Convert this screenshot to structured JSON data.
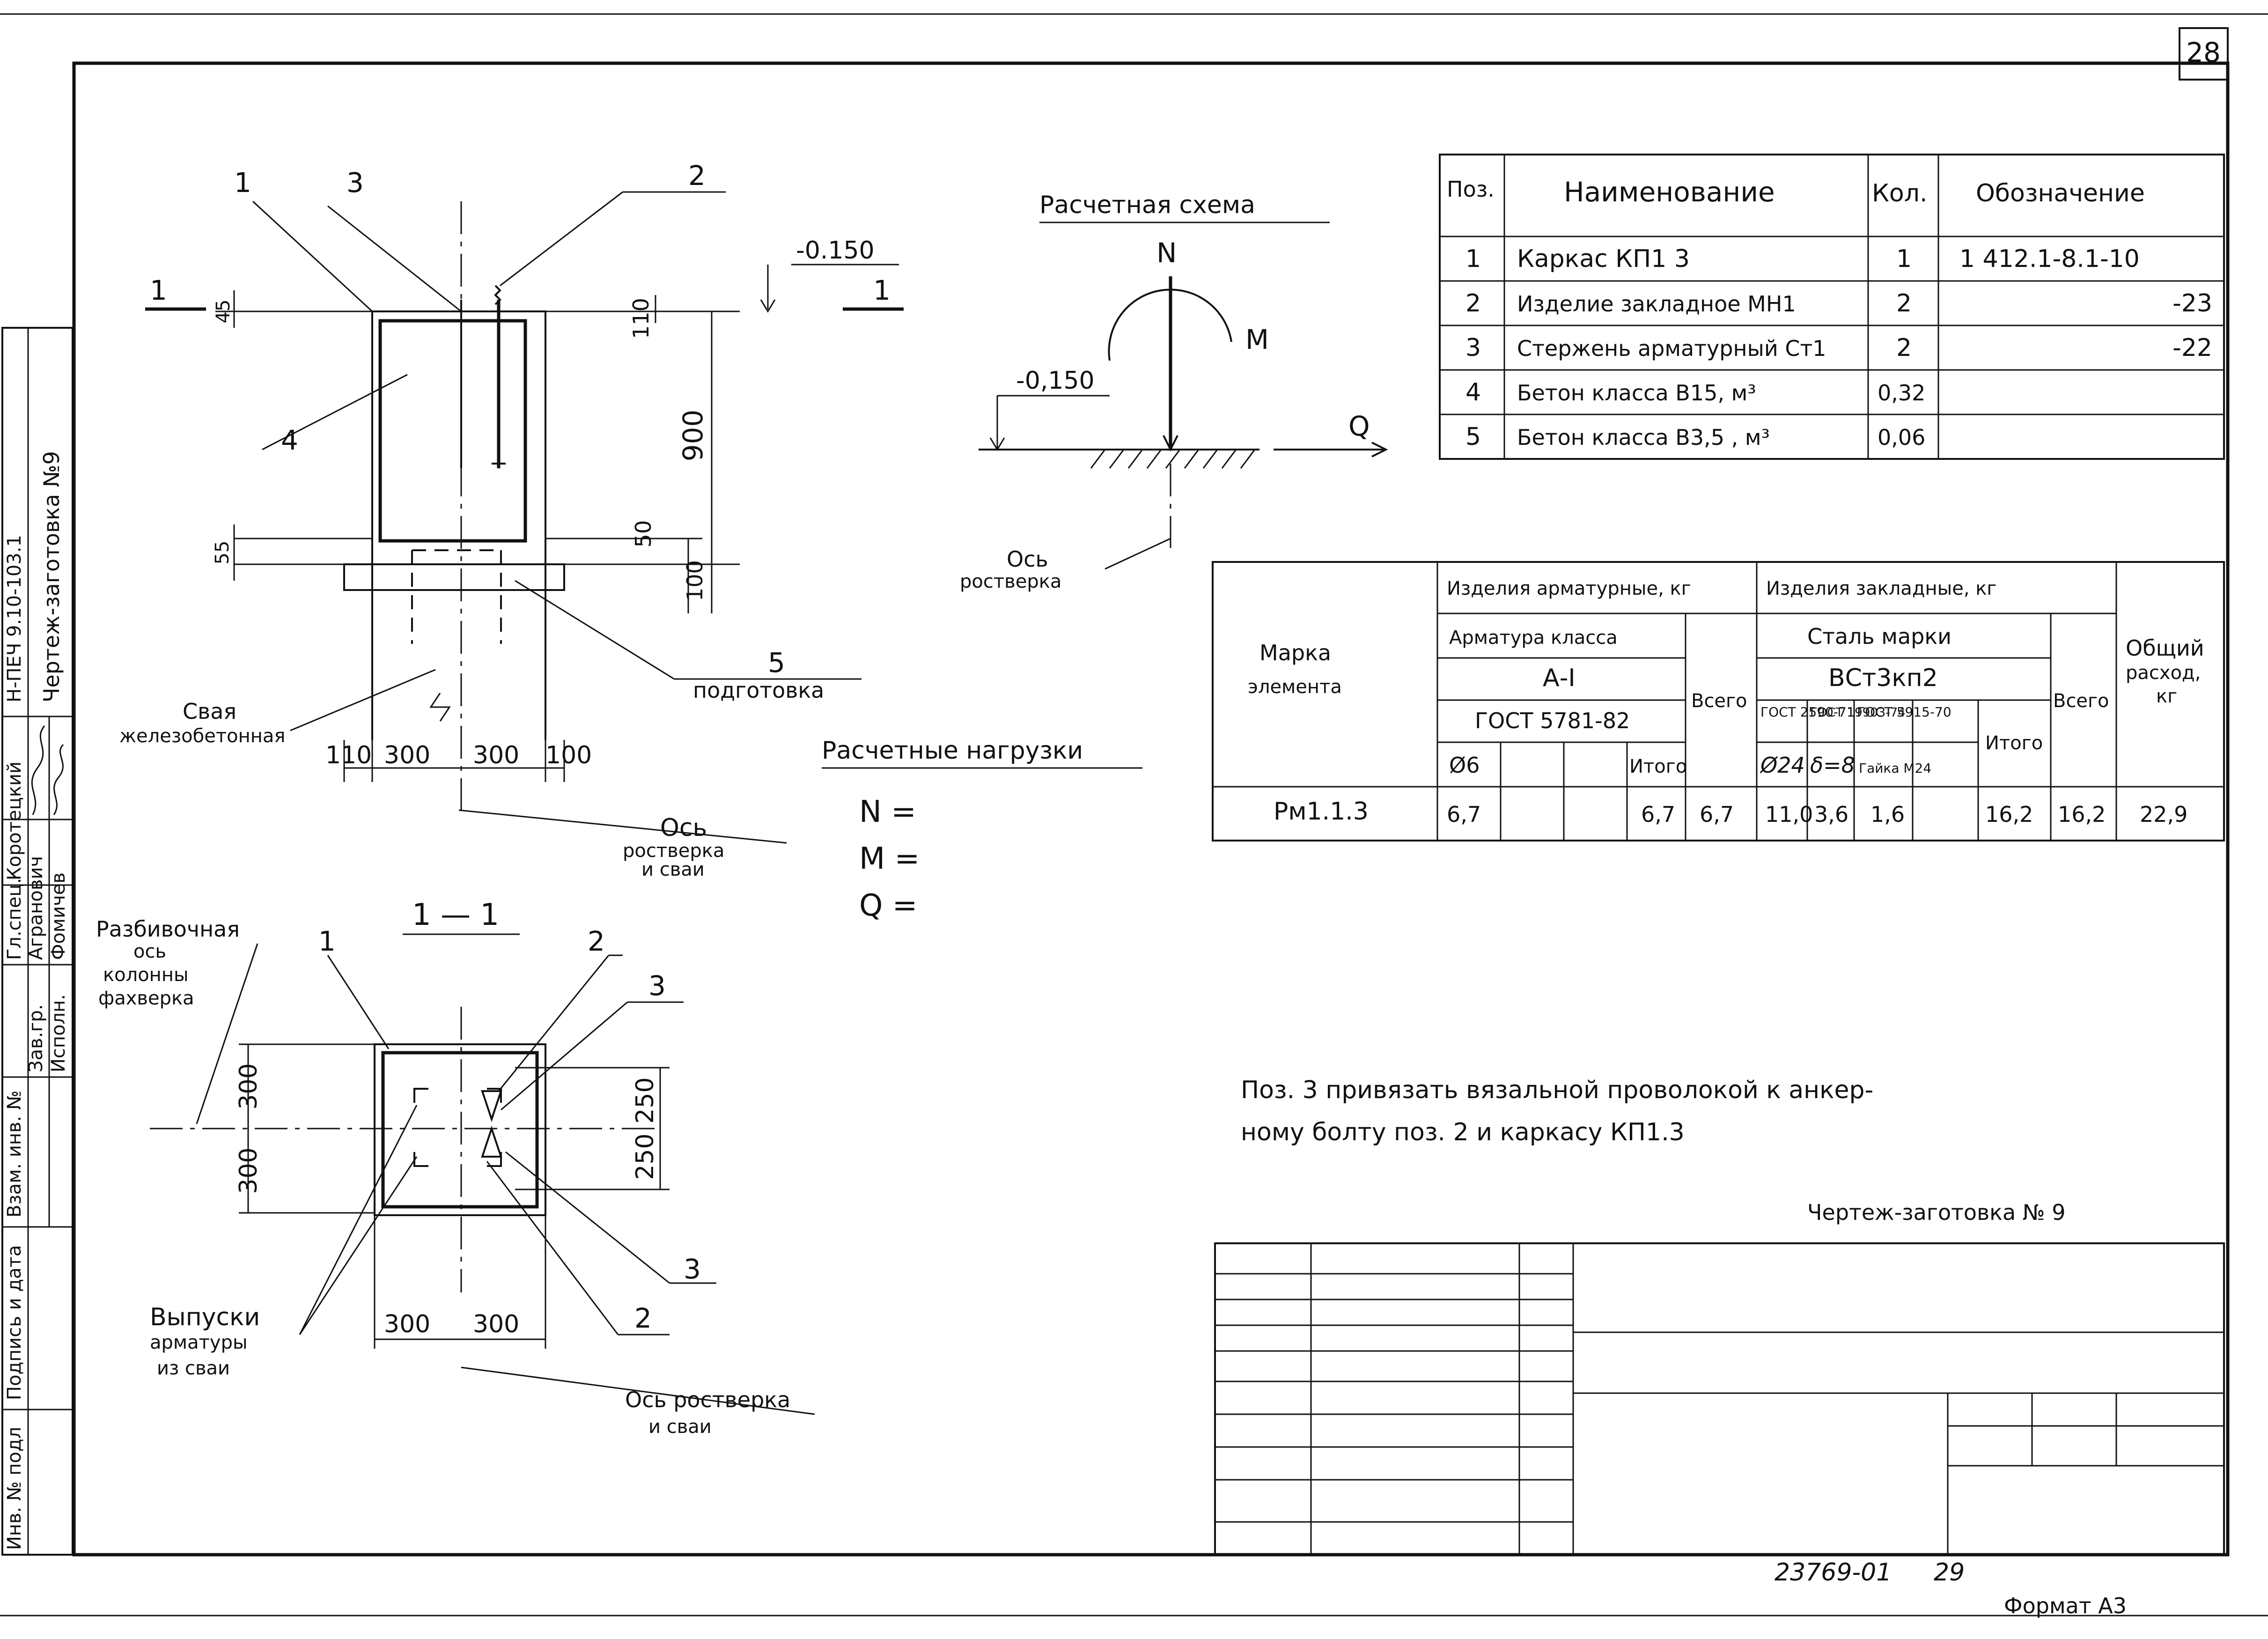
{
  "page_number": "28",
  "stamp": {
    "line1": "Н-ПЕЧ 9.10-103.1",
    "line2": "Чертеж-заготовка №9",
    "roles": [
      "Гл.спец.",
      "Зав.гр.",
      "Исполн."
    ],
    "names": [
      "Коротецкий",
      "Агранович",
      "Фомичев"
    ],
    "fields": [
      "Взам. инв. №",
      "Подпись и дата",
      "Инв. № подл"
    ]
  },
  "elevation": {
    "labels": [
      "1",
      "3",
      "2",
      "4",
      "5"
    ],
    "section_marks": [
      "1",
      "1"
    ],
    "level": "-0.150",
    "dims_v": [
      "45",
      "110",
      "900",
      "55",
      "50",
      "100"
    ],
    "dims_h": [
      "110",
      "300",
      "300",
      "100"
    ],
    "pile_label": [
      "Свая",
      "железобетонная"
    ],
    "prep_label": "подготовка",
    "axis_label": [
      "Ось",
      "ростверка",
      "и сваи"
    ]
  },
  "scheme": {
    "title": "Расчетная схема",
    "n": "N",
    "m": "M",
    "q": "Q",
    "level": "-0,150",
    "axis_label": [
      "Ось",
      "ростверка"
    ]
  },
  "loads": {
    "title": "Расчетные нагрузки",
    "items": [
      "N =",
      "M =",
      "Q ="
    ]
  },
  "section": {
    "title": "1 — 1",
    "labels": [
      "1",
      "2",
      "3",
      "3",
      "2"
    ],
    "dims_left": [
      "300",
      "300"
    ],
    "dims_right": [
      "250",
      "250"
    ],
    "dims_bottom": [
      "300",
      "300"
    ],
    "axis_left": [
      "Разбивочная",
      "ось",
      "колонны",
      "фахверка"
    ],
    "outlet_label": [
      "Выпуски",
      "арматуры",
      "из сваи"
    ],
    "axis_bottom": [
      "Ось ростверка",
      "и сваи"
    ]
  },
  "spec_table": {
    "headers": [
      "Поз.",
      "Наименование",
      "Кол.",
      "Обозначение"
    ],
    "rows": [
      [
        "1",
        "Каркас КП1 3",
        "1",
        "1 412.1-8.1-10"
      ],
      [
        "2",
        "Изделие закладное МН1",
        "2",
        "-23"
      ],
      [
        "3",
        "Стержень арматурный Ст1",
        "2",
        "-22"
      ],
      [
        "4",
        "Бетон класса В15, м³",
        "0,32",
        ""
      ],
      [
        "5",
        "Бетон класса В3,5 , м³",
        "0,06",
        ""
      ]
    ]
  },
  "steel_table": {
    "mark_header": [
      "Марка",
      "элемента"
    ],
    "rebar_header": "Изделия арматурные, кг",
    "rebar_class": "Арматура класса",
    "rebar_class_value": "А-I",
    "rebar_gost": "ГОСТ 5781-82",
    "embedded_header": "Изделия закладные, кг",
    "steel_grade": "Сталь марки",
    "steel_grade_value": "ВСт3кп2",
    "gosts": [
      "ГОСТ 2590-71",
      "ГОСТ 19903-74",
      "ГОСТ 5915-70"
    ],
    "sub_headers": [
      "Ø6",
      "Итого",
      "Ø24",
      "δ=8",
      "Гайка М24",
      "Итого"
    ],
    "total_label": "Всего",
    "overall_label": [
      "Общий",
      "расход,",
      "кг"
    ],
    "row": [
      "Рм1.1.3",
      "6,7",
      "",
      "",
      "6,7",
      "6,7",
      "11,0",
      "3,6",
      "1,6",
      "16,2",
      "16,2",
      "22,9"
    ]
  },
  "note": {
    "line1": "Поз. 3 привязать вязальной проволокой к анкер-",
    "line2": "ному болту поз. 2 и каркасу КП1.3"
  },
  "drawing_title": "Чертеж-заготовка № 9",
  "footer": {
    "code": "23769-01",
    "page": "29",
    "format": "Формат А3"
  }
}
